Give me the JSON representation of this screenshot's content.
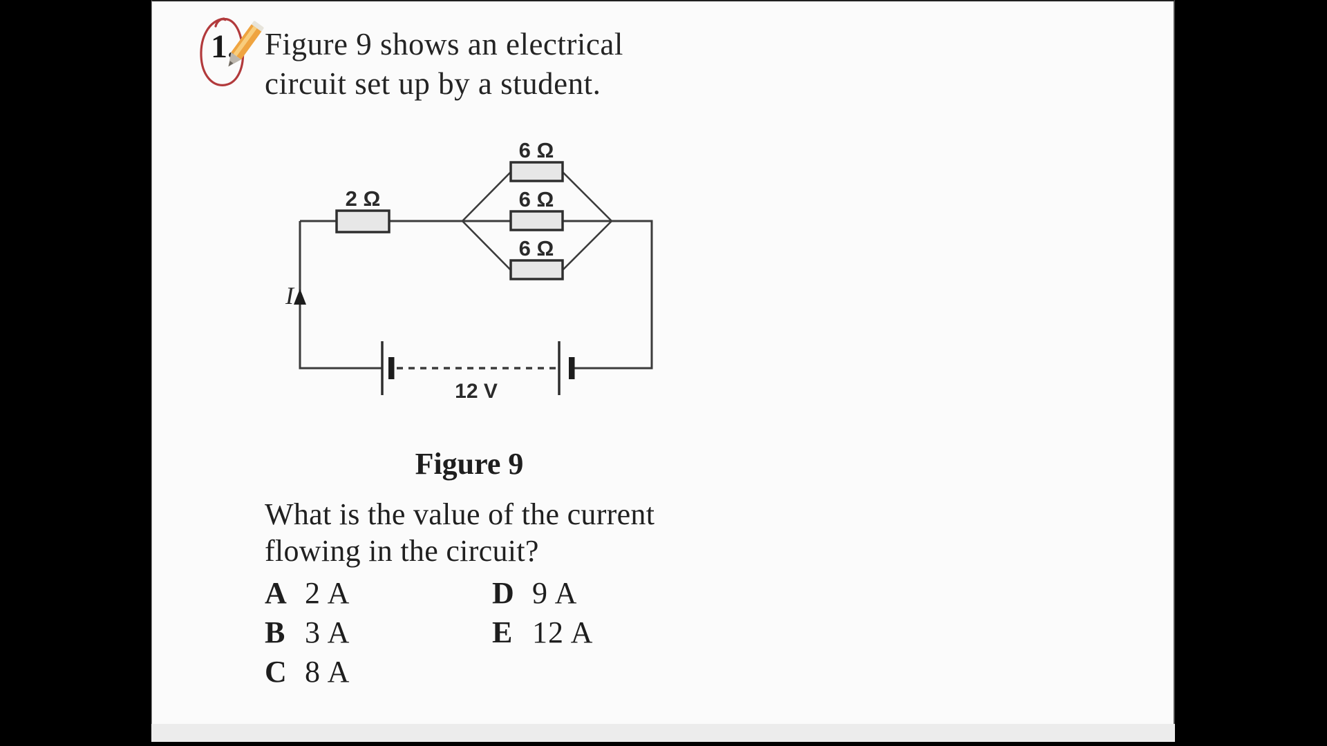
{
  "annotation": {
    "question_number": "1.",
    "circle_color": "#b23a3c",
    "pencil_color": "#efa440"
  },
  "heading": {
    "line1": "Figure 9 shows an electrical",
    "line2": "circuit set up by a student."
  },
  "circuit": {
    "series_resistor": "2 Ω",
    "parallel_resistors": [
      "6 Ω",
      "6 Ω",
      "6 Ω"
    ],
    "battery": "12 V",
    "current": "I"
  },
  "figure_caption": "Figure 9",
  "question": {
    "line1": "What is the value of the current",
    "line2": "flowing in the circuit?"
  },
  "options": {
    "left": [
      {
        "letter": "A",
        "value": "2 A"
      },
      {
        "letter": "B",
        "value": "3 A"
      },
      {
        "letter": "C",
        "value": "8 A"
      }
    ],
    "right": [
      {
        "letter": "D",
        "value": "9 A"
      },
      {
        "letter": "E",
        "value": "12 A"
      }
    ]
  }
}
